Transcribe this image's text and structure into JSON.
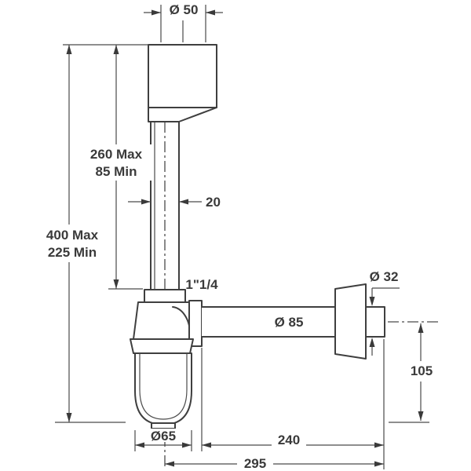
{
  "drawing": {
    "type": "technical-dimension-drawing",
    "subject": "bottle-trap-siphon-side-view",
    "colors": {
      "line": "#3f3f3f",
      "text": "#3a3a3a",
      "background": "#ffffff"
    },
    "labels": {
      "top_diameter": "Ø 50",
      "upper_height_max": "260 Max",
      "upper_height_min": "85 Min",
      "total_height_max": "400 Max",
      "total_height_min": "225 Min",
      "tube_width": "20",
      "thread_size": "1\"1/4",
      "body_diameter": "Ø 85",
      "outlet_diameter": "Ø 32",
      "outlet_height": "105",
      "cup_diameter": "Ø65",
      "pipe_length": "240",
      "total_length": "295"
    }
  }
}
